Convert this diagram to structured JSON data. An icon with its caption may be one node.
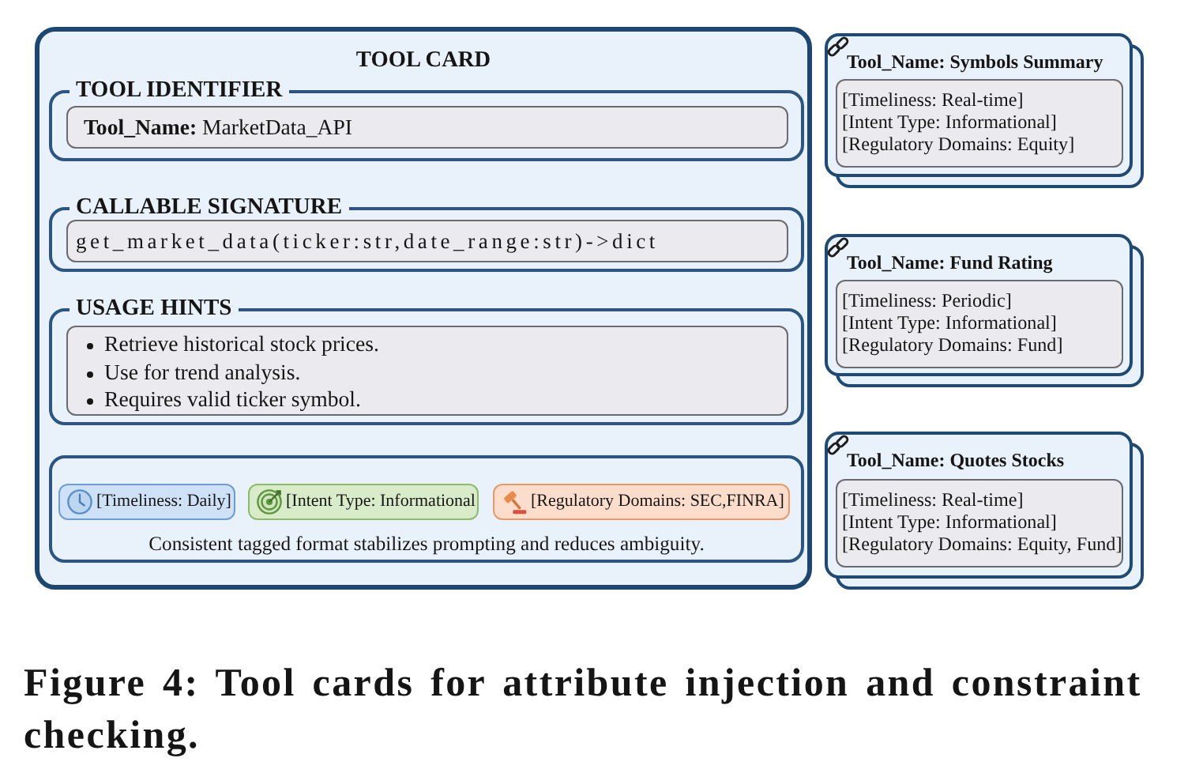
{
  "diagram": {
    "caption": "Figure 4: Tool cards for attribute injection and constraint checking.",
    "nodes": [
      {
        "text": [
          "TOOL CARD"
        ]
      },
      {
        "text": [
          "TOOL IDENTIFIER"
        ],
        "in": 0
      },
      {
        "text": [
          "**Tool_Name:** MarketData_API"
        ],
        "in": 1
      },
      {
        "text": [
          "CALLABLE SIGNATURE"
        ],
        "in": 0
      },
      {
        "text": [
          "get_market_data(ticker:str,date_range:str)->dict"
        ],
        "in": 3
      },
      {
        "text": [
          "USAGE HINTS"
        ],
        "in": 0
      },
      {
        "text": [
          "Retrieve historical stock prices.",
          "Use for trend analysis.",
          "Requires valid ticker symbol."
        ],
        "in": 5
      },
      {
        "text": [
          "Consistent tagged format stabilizes prompting and reduces ambiguity."
        ],
        "in": 0
      },
      {
        "text": [
          "[Timeliness: Daily]"
        ],
        "in": 7
      },
      {
        "text": [
          "[Intent Type: Informational"
        ],
        "in": 7
      },
      {
        "text": [
          "[Regulatory Domains: SEC,FINRA]"
        ],
        "in": 7
      },
      {
        "text": [
          "Tool_Name: Symbols Summary"
        ]
      },
      {
        "text": [
          "[Timeliness: Real-time]",
          "[Intent Type: Informational]",
          "[Regulatory Domains: Equity]"
        ],
        "in": 11
      },
      {
        "text": [
          "Tool_Name: Fund Rating"
        ]
      },
      {
        "text": [
          "[Timeliness: Periodic]",
          "[Intent Type: Informational]",
          "[Regulatory Domains: Fund]"
        ],
        "in": 13
      },
      {
        "text": [
          "Tool_Name: Quotes Stocks"
        ]
      },
      {
        "text": [
          "[Timeliness: Real-time]",
          "[Intent Type: Informational]",
          "[Regulatory Domains: Equity, Fund]"
        ],
        "in": 15
      }
    ]
  }
}
